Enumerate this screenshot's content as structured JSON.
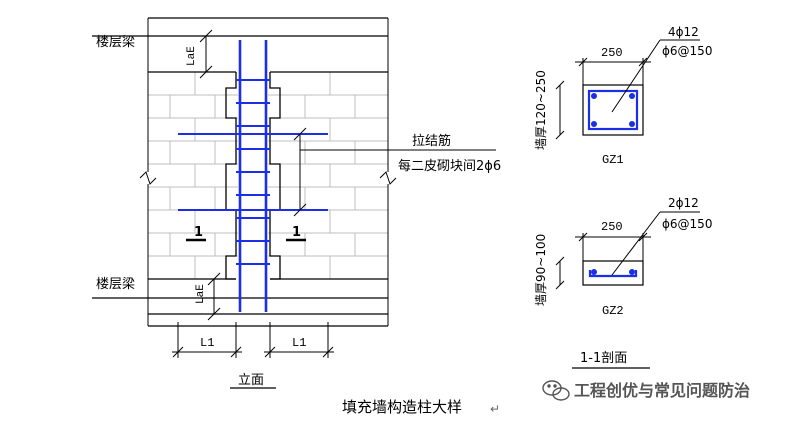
{
  "elevation": {
    "floor_beam_top": "楼层梁",
    "floor_beam_bottom": "楼层梁",
    "lae_top": "LaE",
    "lae_bottom": "LaE",
    "tie_bar_label": "拉结筋",
    "tie_bar_spec": "每二皮砌块间2ϕ6",
    "section_mark_left": "1",
    "section_mark_right": "1",
    "l1_left": "L1",
    "l1_right": "L1",
    "caption": "立面"
  },
  "gz1": {
    "width": "250",
    "main_bars": "4ϕ12",
    "stirrups": "ϕ6@150",
    "wall_thickness": "墙厚120~250",
    "name": "GZ1"
  },
  "gz2": {
    "width": "250",
    "main_bars": "2ϕ12",
    "stirrups": "ϕ6@150",
    "wall_thickness": "墙厚90~100",
    "name": "GZ2"
  },
  "section_caption": "1-1剖面",
  "watermark": "工程创优与常见问题防治",
  "figure_title": "填充墙构造柱大样",
  "return_mark": "↵",
  "colors": {
    "rebar": "#1a2fe6",
    "line": "#000000",
    "brick": "#bfbfbf",
    "watermark": "#555555"
  }
}
